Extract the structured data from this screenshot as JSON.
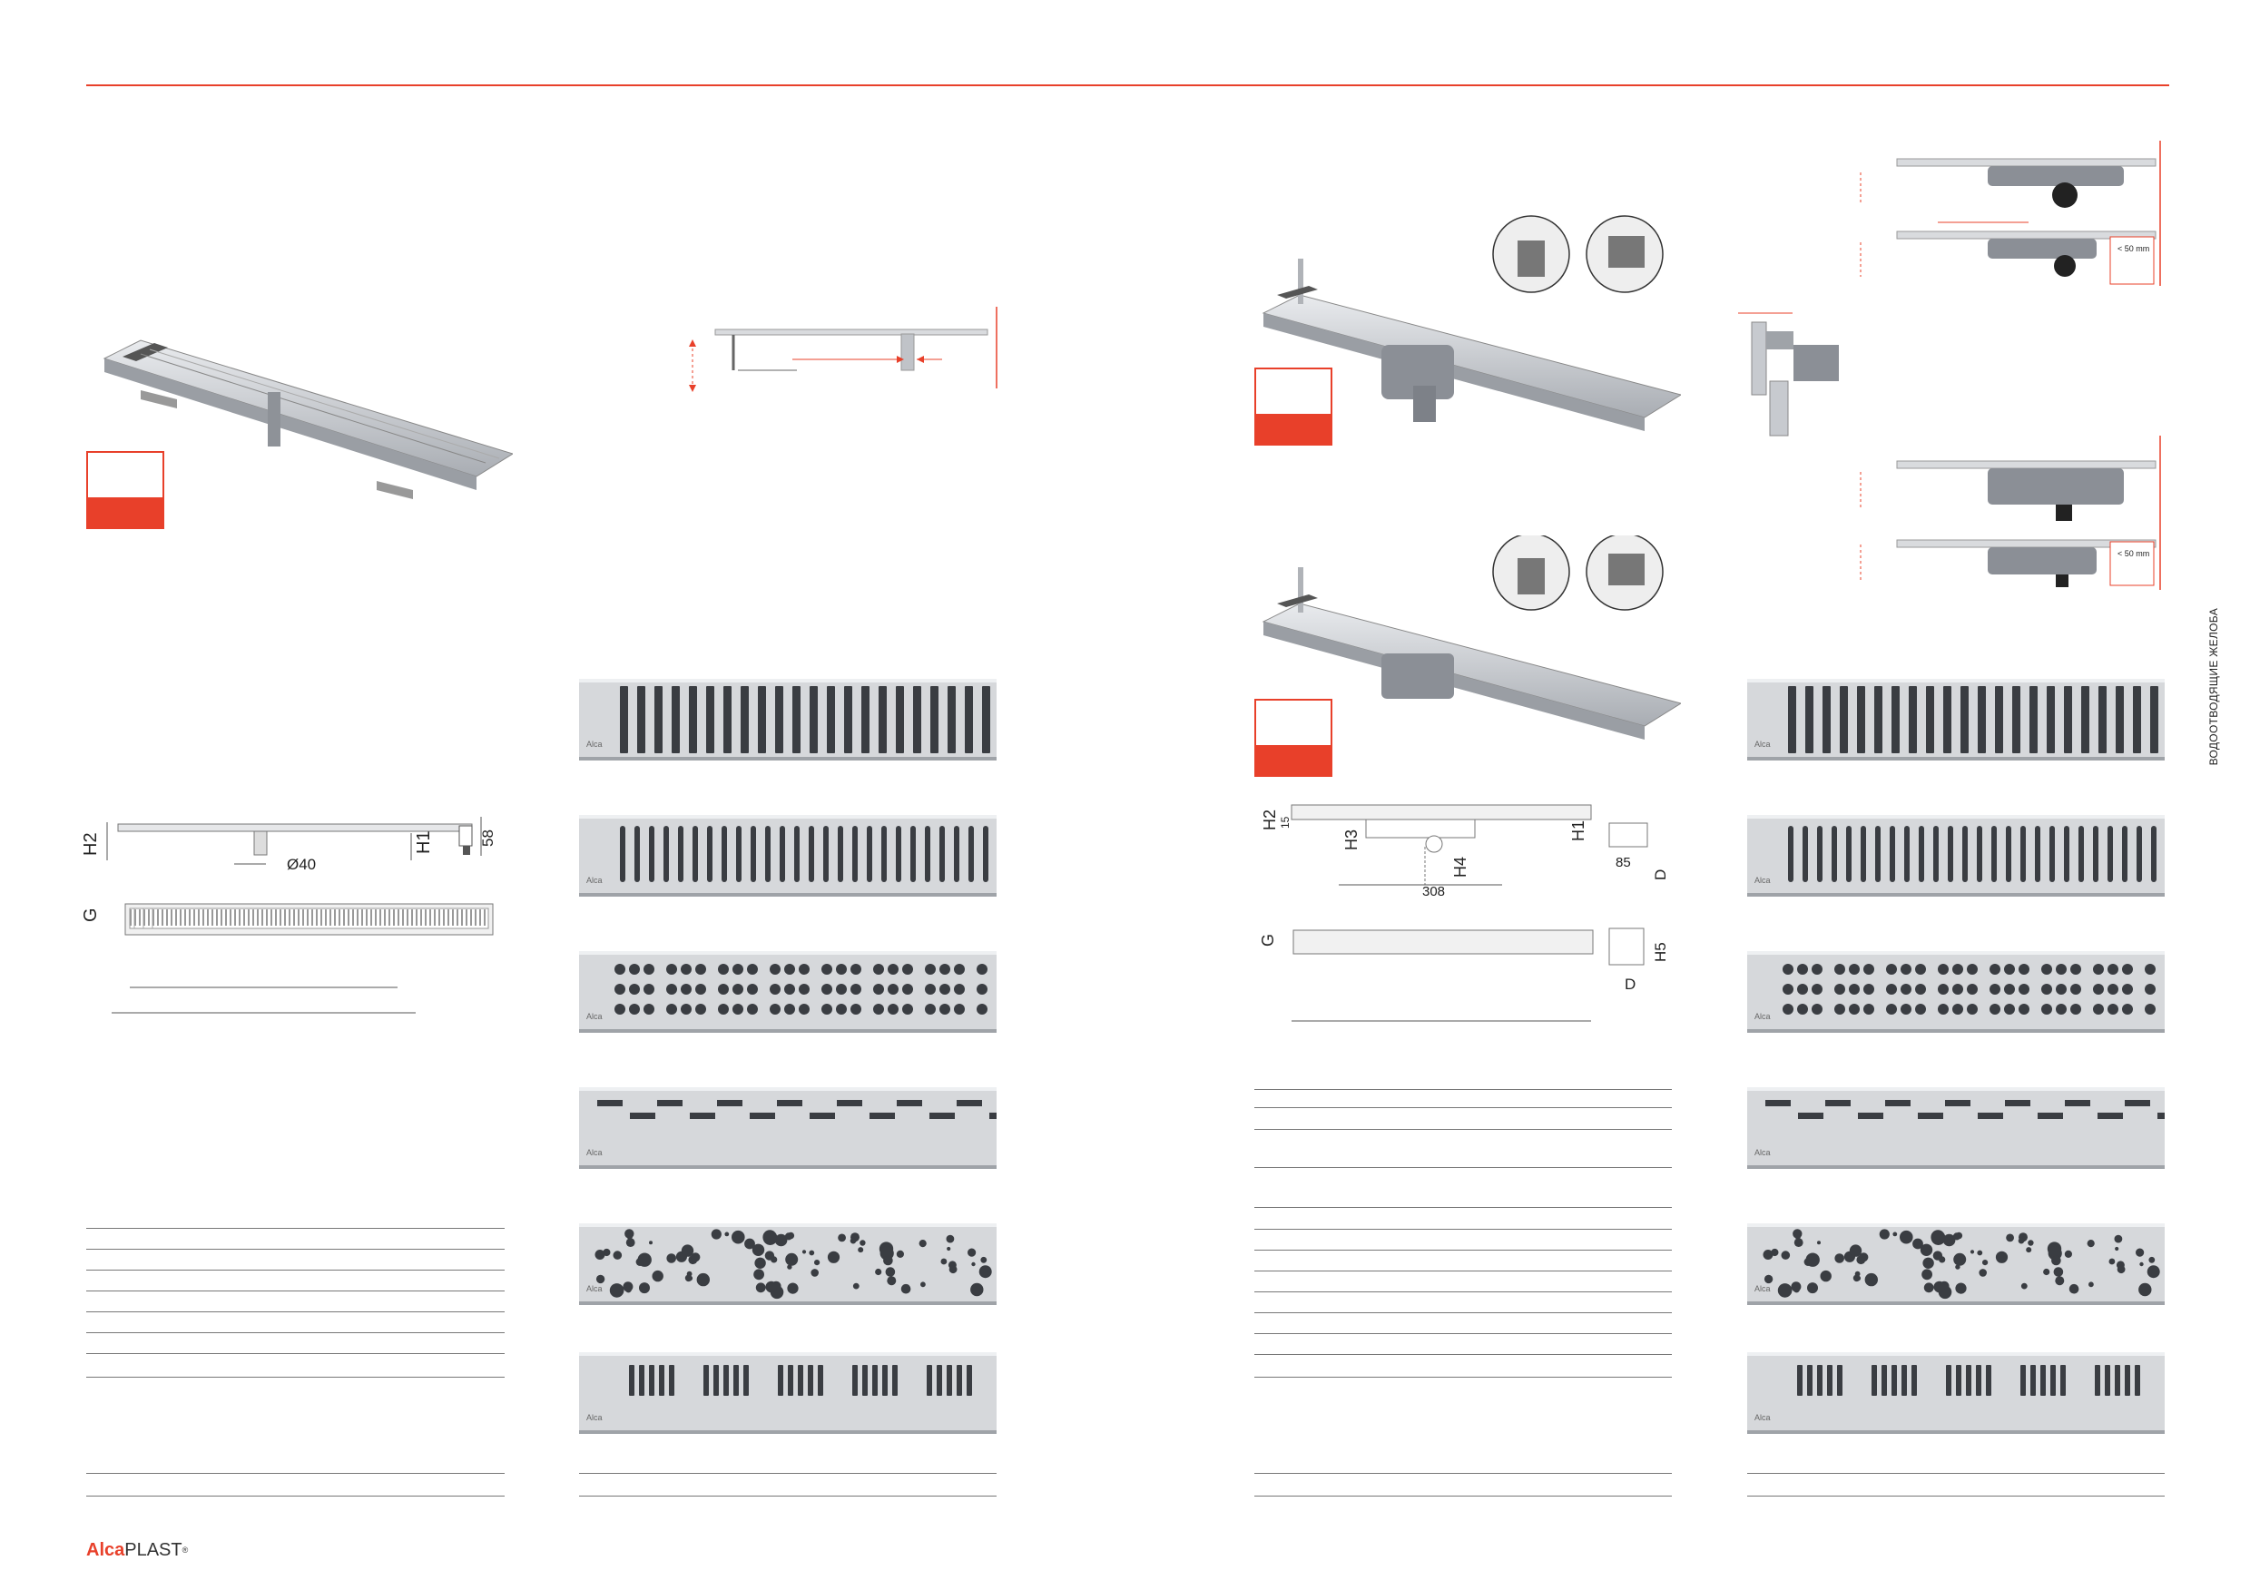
{
  "brand": {
    "name_part1": "Alca",
    "name_part2": "PLAST",
    "registered": "®"
  },
  "side_label": "ВОДООТВОДЯЩИЕ ЖЕЛОБА",
  "dimensions_left": {
    "h2": "H2",
    "h1": "H1",
    "diameter": "Ø40",
    "height": "58",
    "g": "G"
  },
  "dimensions_right": {
    "h2": "H2",
    "d15": "15",
    "h3": "H3",
    "h4": "H4",
    "h1": "H1",
    "w308": "308",
    "w85": "85",
    "d": "D",
    "g": "G",
    "h5": "H5",
    "d2": "D"
  },
  "mount_labels": {
    "max_a": "< 50 mm",
    "max_b": "< 50 mm"
  },
  "grate_brand": "Alca",
  "colors": {
    "accent": "#e8402a",
    "steel": "#c9ccd0",
    "slot": "#3a3d42"
  }
}
